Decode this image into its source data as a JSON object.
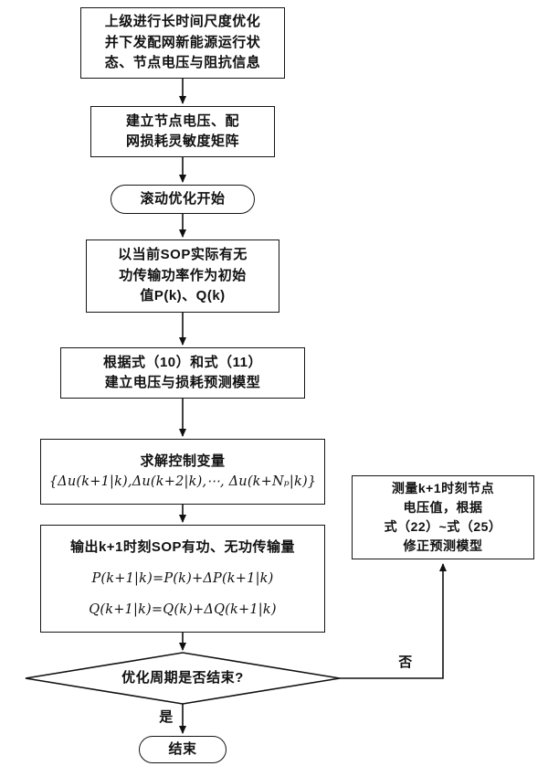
{
  "diagram": {
    "type": "flowchart",
    "language": "zh-CN",
    "labels": {
      "yes": "是",
      "no": "否"
    },
    "nodes": {
      "upper_level": {
        "shape": "rect",
        "lines": [
          "上级进行长时间尺度优化",
          "并下发配网新能源运行状",
          "态、节点电压与阻抗信息"
        ]
      },
      "sensitivity_matrix": {
        "shape": "rect",
        "lines": [
          "建立节点电压、配",
          "网损耗灵敏度矩阵"
        ]
      },
      "rolling_start": {
        "shape": "stadium",
        "label": "滚动优化开始"
      },
      "initial_value": {
        "shape": "rect",
        "lines": [
          "以当前SOP实际有无",
          "功传输功率作为初始",
          "值P(k)、Q(k)"
        ]
      },
      "prediction_model": {
        "shape": "rect",
        "lines": [
          "根据式（10）和式（11）",
          "建立电压与损耗预测模型"
        ]
      },
      "control_variable": {
        "shape": "rect",
        "lines": [
          "求解控制变量",
          "{Δu(k+1|k),Δu(k+2|k),⋯, Δu(k+Nₚ|k)}"
        ]
      },
      "output_sop": {
        "shape": "rect",
        "lines": [
          "输出k+1时刻SOP有功、无功传输量",
          "P(k+1|k)=P(k)+ΔP(k+1|k)",
          "Q(k+1|k)=Q(k)+ΔQ(k+1|k)"
        ]
      },
      "decision": {
        "shape": "diamond",
        "label": "优化周期是否结束?"
      },
      "end": {
        "shape": "stadium",
        "label": "结束"
      },
      "correction": {
        "shape": "rect",
        "lines": [
          "测量k+1时刻节点",
          "电压值，根据",
          "式（22）~式（25）",
          "修正预测模型"
        ]
      }
    },
    "edges": [
      {
        "from": "upper_level",
        "to": "sensitivity_matrix"
      },
      {
        "from": "sensitivity_matrix",
        "to": "rolling_start"
      },
      {
        "from": "rolling_start",
        "to": "initial_value"
      },
      {
        "from": "initial_value",
        "to": "prediction_model"
      },
      {
        "from": "prediction_model",
        "to": "control_variable"
      },
      {
        "from": "control_variable",
        "to": "output_sop"
      },
      {
        "from": "output_sop",
        "to": "decision"
      },
      {
        "from": "decision",
        "to": "end",
        "label": "是"
      },
      {
        "from": "decision",
        "to": "correction",
        "label": "否"
      }
    ]
  }
}
